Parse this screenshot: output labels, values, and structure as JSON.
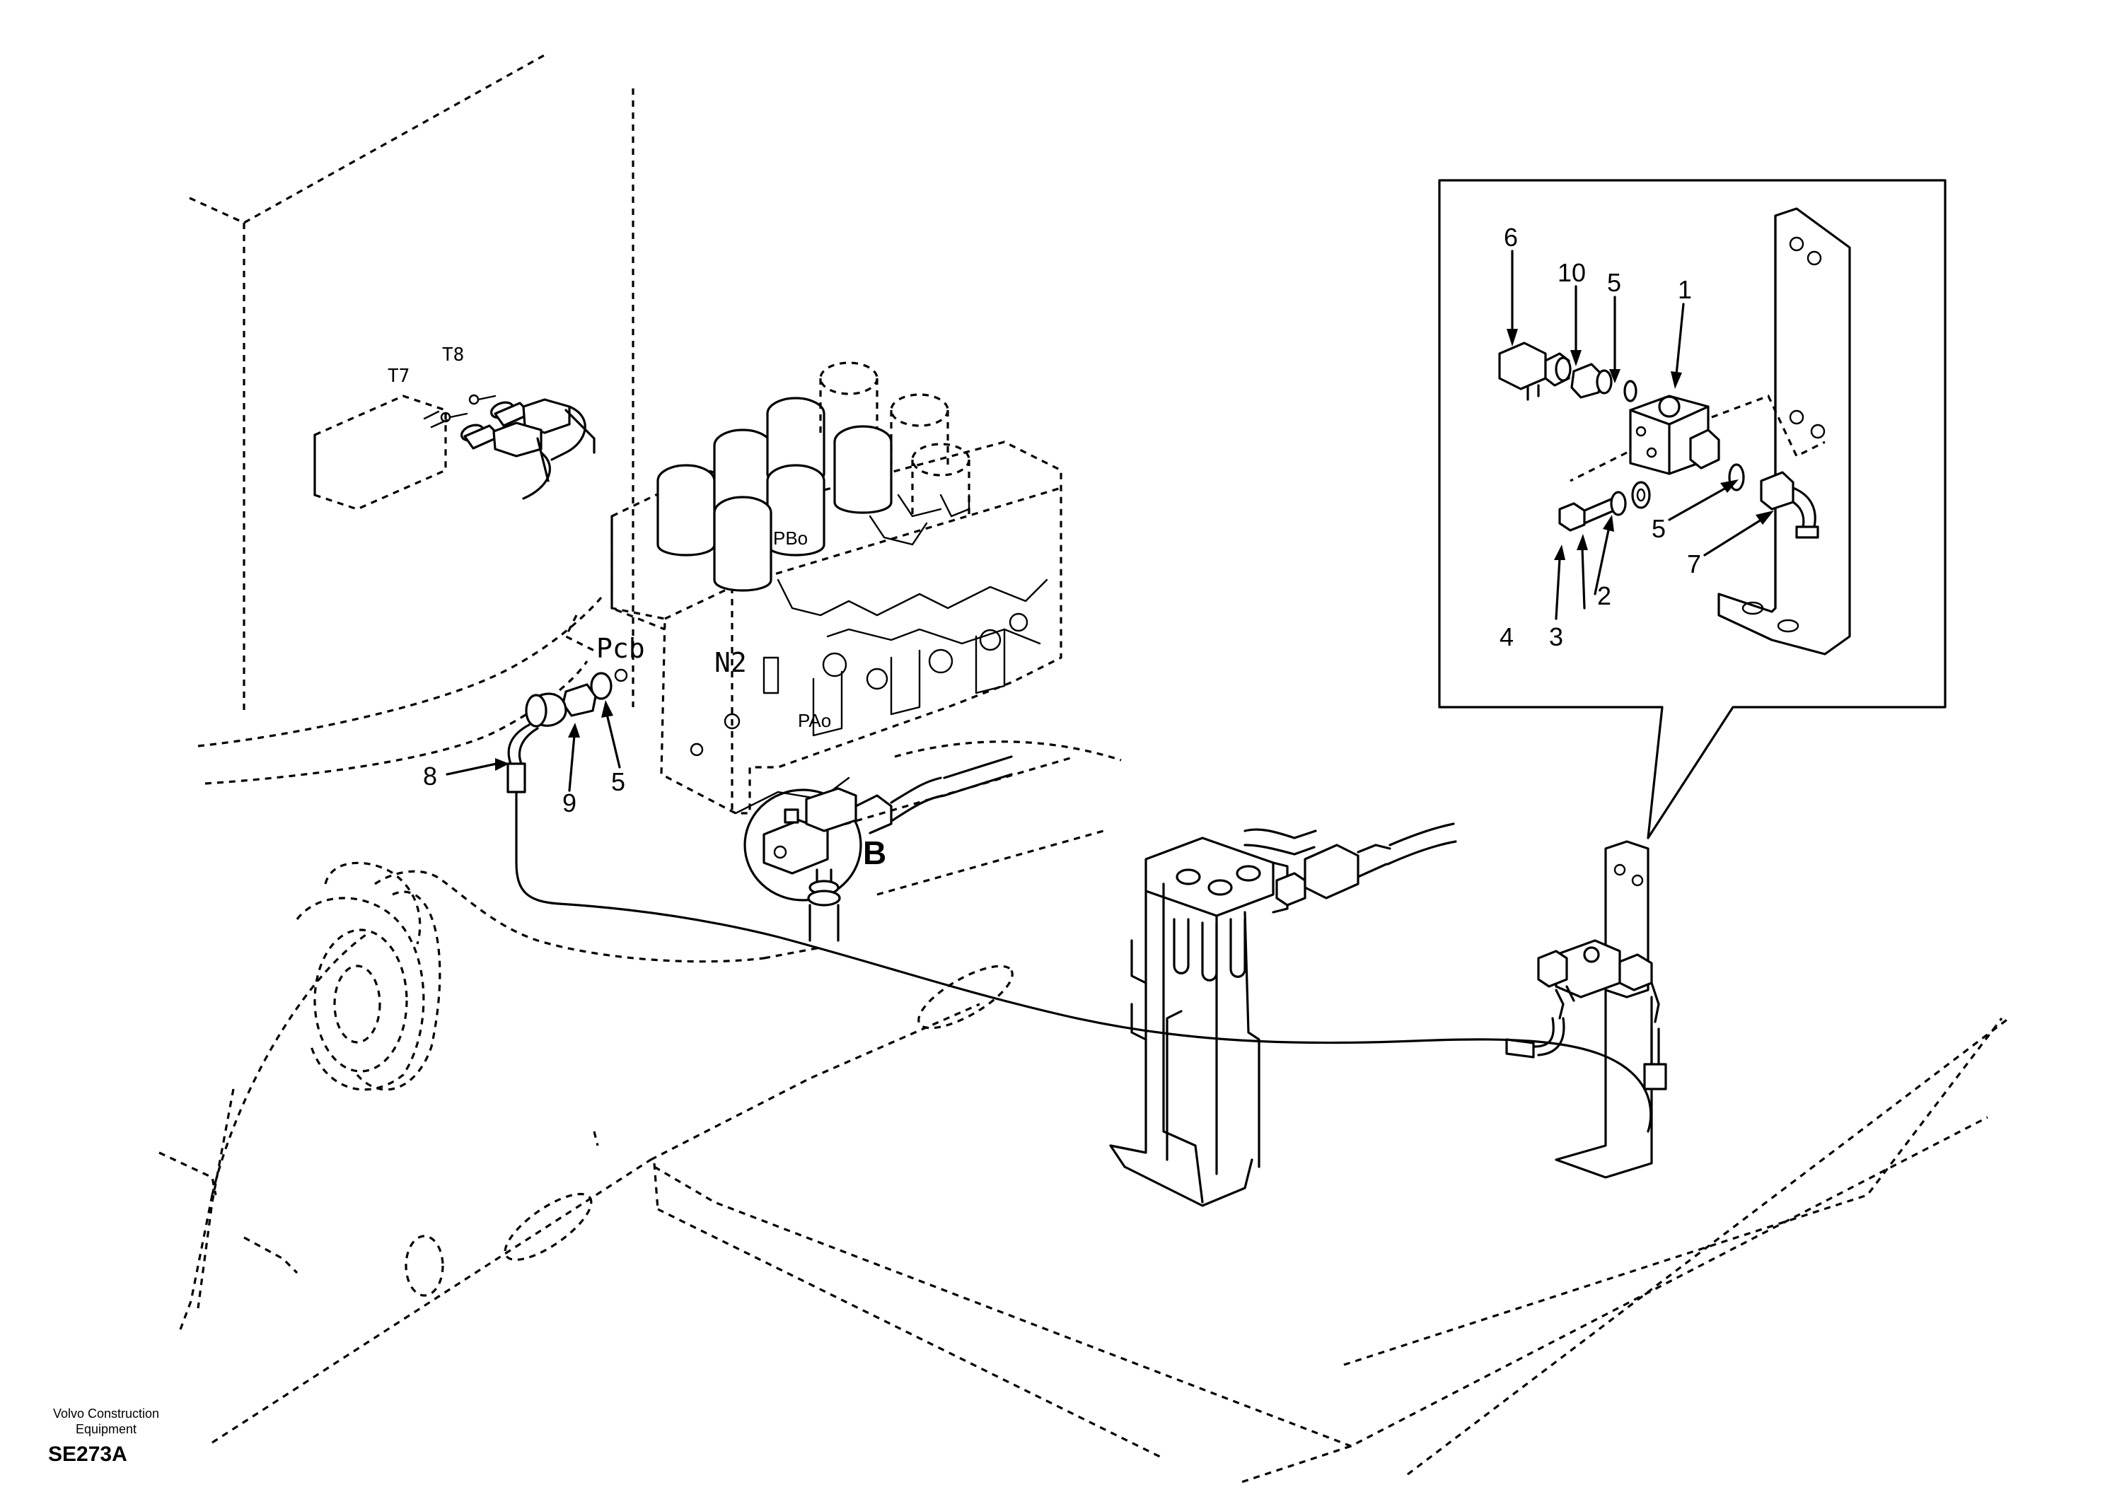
{
  "caption": {
    "manufacturer_line1": "Volvo Construction",
    "manufacturer_line2": "Equipment",
    "figure_code": "SE273A"
  },
  "component_labels": {
    "pcb": "Pcb",
    "n2": "N2",
    "pbo": "PBo",
    "pao": "PAo",
    "t7": "T7",
    "t8": "T8"
  },
  "callouts_main": {
    "item_8": "8",
    "item_9": "9",
    "item_5": "5",
    "detail_b": "B"
  },
  "callouts_inset": {
    "item_1": "1",
    "item_2": "2",
    "item_3": "3",
    "item_4": "4",
    "item_5_top": "5",
    "item_5_side": "5",
    "item_6": "6",
    "item_7": "7",
    "item_10": "10"
  }
}
